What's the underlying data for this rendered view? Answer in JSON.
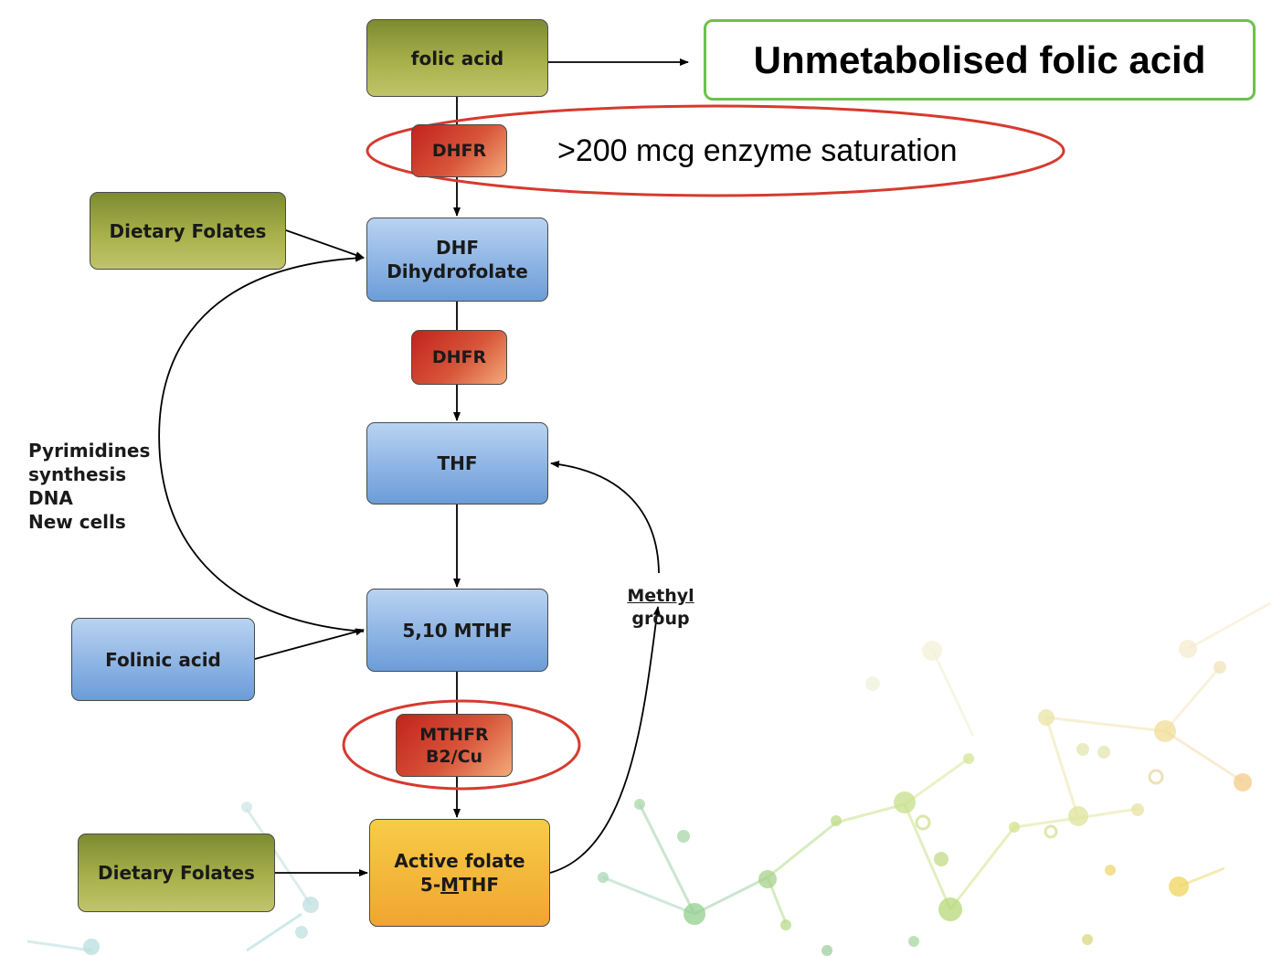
{
  "nodes": {
    "folic_acid": "folic acid",
    "dhfr_1": "DHFR",
    "dietary_folates_top": "Dietary Folates",
    "dhf_line1": "DHF",
    "dhf_line2": "Dihydrofolate",
    "dhfr_2": "DHFR",
    "thf": "THF",
    "mthf_510": "5,10 MTHF",
    "folinic_acid": "Folinic acid",
    "mthfr_line1": "MTHFR",
    "mthfr_line2": "B2/Cu",
    "dietary_folates_bottom": "Dietary Folates",
    "active_line1": "Active folate",
    "active_line2_pre": "5-",
    "active_line2_u": "M",
    "active_line2_post": "THF"
  },
  "labels": {
    "pyrimidines": [
      "Pyrimidines",
      "synthesis",
      "DNA",
      "New cells"
    ],
    "methyl_line1": "Methyl",
    "methyl_line2": "group"
  },
  "callouts": {
    "unmetabolised": "Unmetabolised folic acid",
    "saturation": ">200 mcg enzyme saturation"
  },
  "colors": {
    "olive": "#a7b04a",
    "blue": "#8db4e4",
    "red_enzyme": "#d8553a",
    "orange": "#f0a531",
    "highlight_red": "#d63a2f",
    "callout_green": "#6bc24a"
  }
}
